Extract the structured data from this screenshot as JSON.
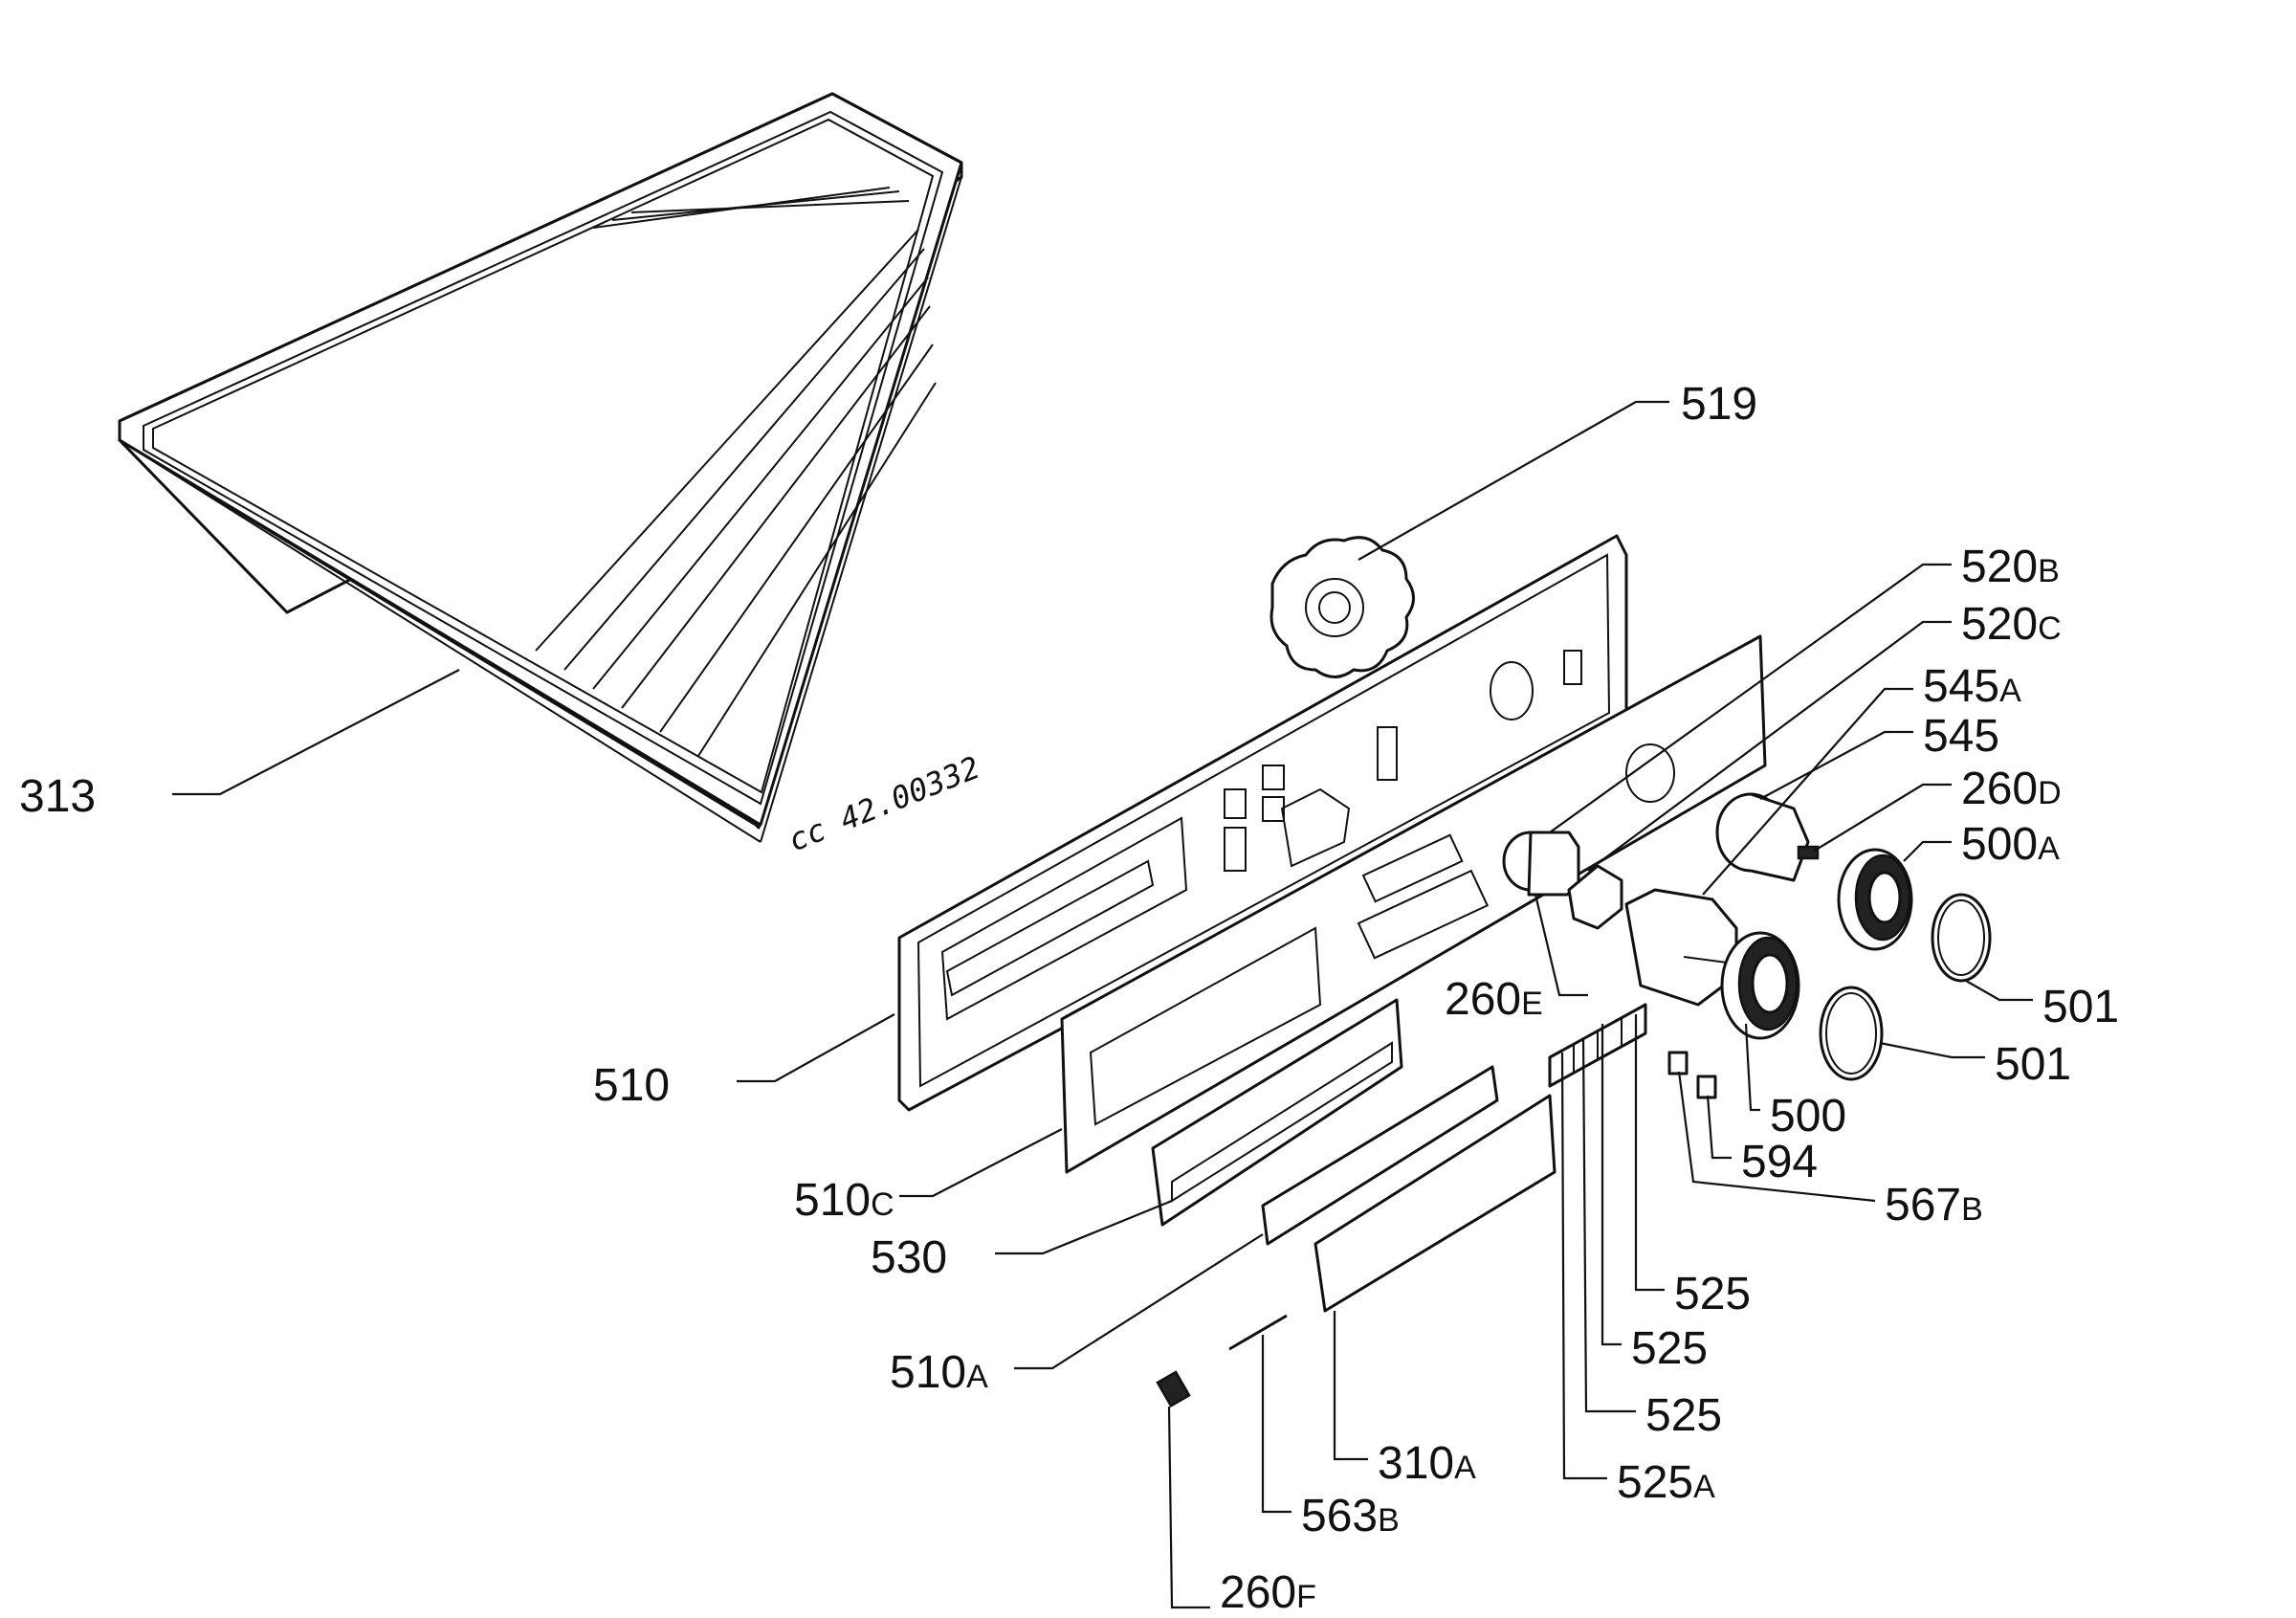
{
  "diagram": {
    "drawing_code": "cc 42.00332",
    "callouts": [
      {
        "id": "313",
        "base": "313",
        "suffix": ""
      },
      {
        "id": "519",
        "base": "519",
        "suffix": ""
      },
      {
        "id": "520B",
        "base": "520",
        "suffix": "B"
      },
      {
        "id": "520C",
        "base": "520",
        "suffix": "C"
      },
      {
        "id": "545A",
        "base": "545",
        "suffix": "A"
      },
      {
        "id": "545",
        "base": "545",
        "suffix": ""
      },
      {
        "id": "260D",
        "base": "260",
        "suffix": "D"
      },
      {
        "id": "500A",
        "base": "500",
        "suffix": "A"
      },
      {
        "id": "501a",
        "base": "501",
        "suffix": ""
      },
      {
        "id": "501b",
        "base": "501",
        "suffix": ""
      },
      {
        "id": "500",
        "base": "500",
        "suffix": ""
      },
      {
        "id": "260E",
        "base": "260",
        "suffix": "E"
      },
      {
        "id": "594",
        "base": "594",
        "suffix": ""
      },
      {
        "id": "567B",
        "base": "567",
        "suffix": "B"
      },
      {
        "id": "510",
        "base": "510",
        "suffix": ""
      },
      {
        "id": "510C",
        "base": "510",
        "suffix": "C"
      },
      {
        "id": "530",
        "base": "530",
        "suffix": ""
      },
      {
        "id": "525a",
        "base": "525",
        "suffix": ""
      },
      {
        "id": "525b",
        "base": "525",
        "suffix": ""
      },
      {
        "id": "525c",
        "base": "525",
        "suffix": ""
      },
      {
        "id": "525A",
        "base": "525",
        "suffix": "A"
      },
      {
        "id": "510A",
        "base": "510",
        "suffix": "A"
      },
      {
        "id": "310A",
        "base": "310",
        "suffix": "A"
      },
      {
        "id": "563B",
        "base": "563",
        "suffix": "B"
      },
      {
        "id": "260F",
        "base": "260",
        "suffix": "F"
      }
    ]
  }
}
